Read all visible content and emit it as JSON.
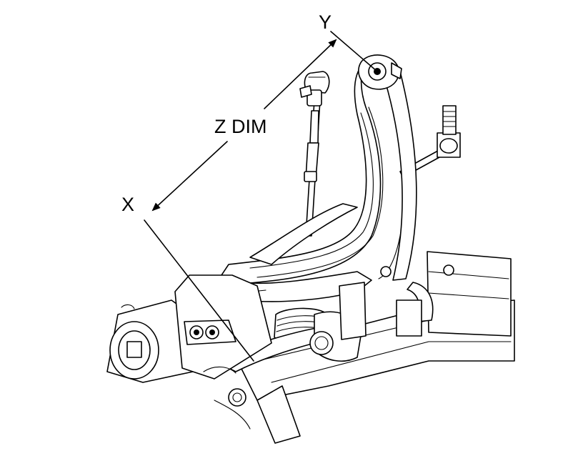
{
  "diagram": {
    "labels": {
      "point_x": "X",
      "point_y": "Y",
      "dimension": "Z DIM"
    },
    "colors": {
      "ink": "#000000",
      "background": "#ffffff"
    }
  }
}
